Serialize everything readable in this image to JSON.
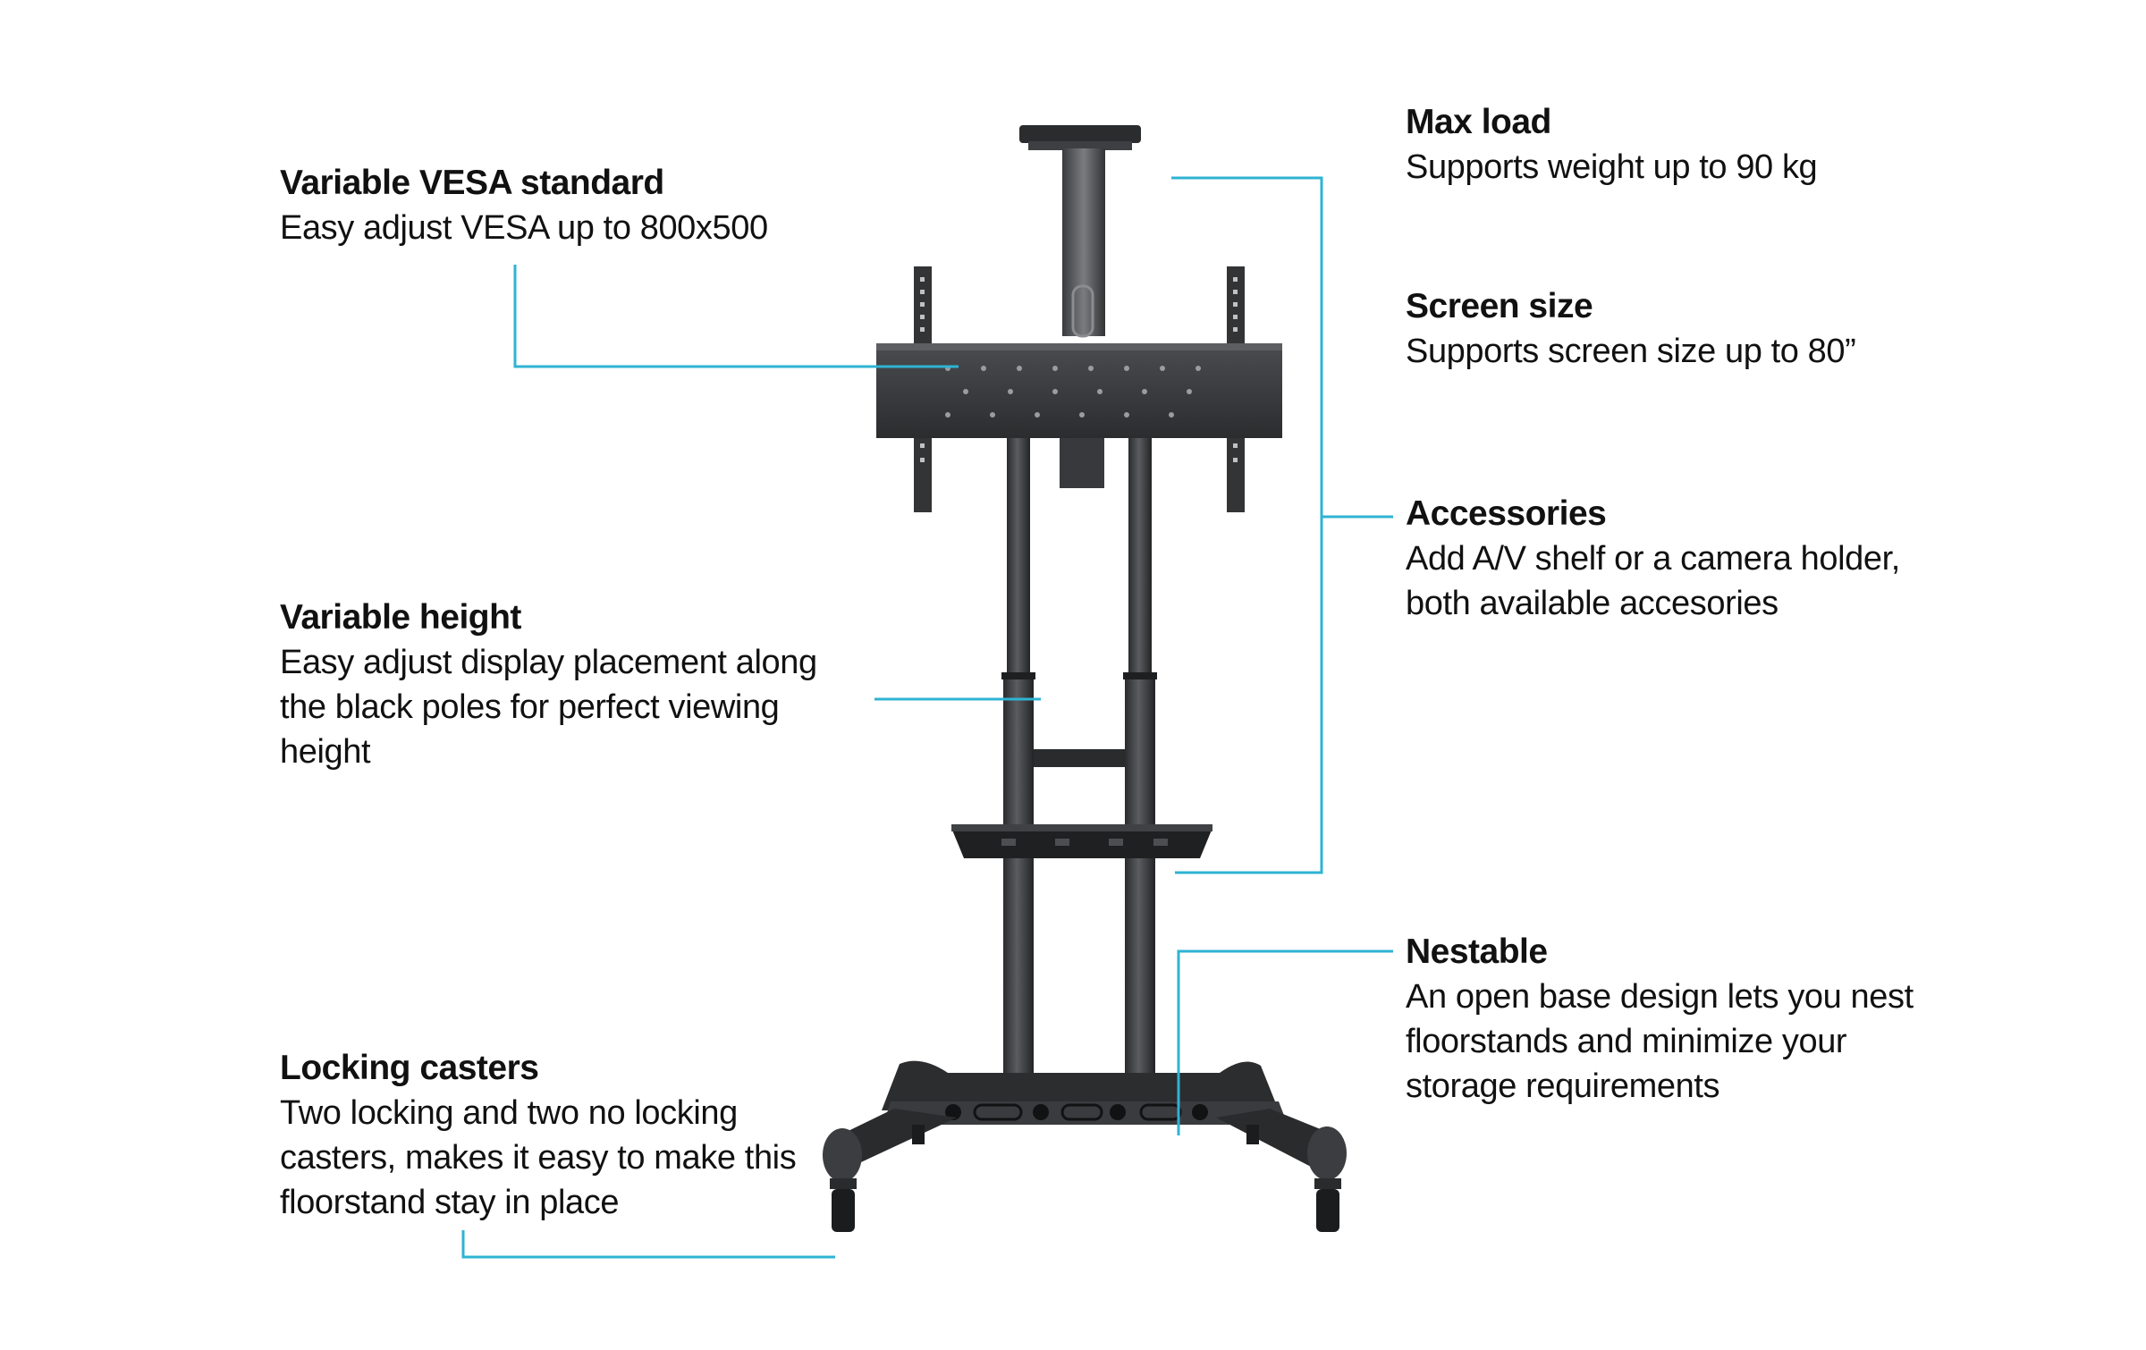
{
  "colors": {
    "leader_line": "#2fb3d3",
    "stand_dark": "#2e2f31",
    "stand_mid": "#45474a",
    "stand_light": "#66686c",
    "text": "#111111"
  },
  "features": {
    "vesa": {
      "title": "Variable VESA standard",
      "desc": [
        "Easy adjust VESA up to 800x500"
      ]
    },
    "height": {
      "title": "Variable height",
      "desc": [
        "Easy adjust display placement along",
        "the black poles for perfect viewing",
        "height"
      ]
    },
    "casters": {
      "title": "Locking casters",
      "desc": [
        "Two locking and two no locking",
        "casters, makes it easy to make this",
        "floorstand stay in place"
      ]
    },
    "max_load": {
      "title": "Max load",
      "desc": [
        "Supports weight up to 90 kg"
      ]
    },
    "screen_size": {
      "title": "Screen size",
      "desc": [
        "Supports screen size up to 80”"
      ]
    },
    "accessories": {
      "title": "Accessories",
      "desc": [
        "Add A/V shelf or a camera holder,",
        "both available accesories"
      ]
    },
    "nestable": {
      "title": "Nestable",
      "desc": [
        "An open base design lets you nest",
        "floorstands and minimize your",
        "storage requirements"
      ]
    }
  }
}
